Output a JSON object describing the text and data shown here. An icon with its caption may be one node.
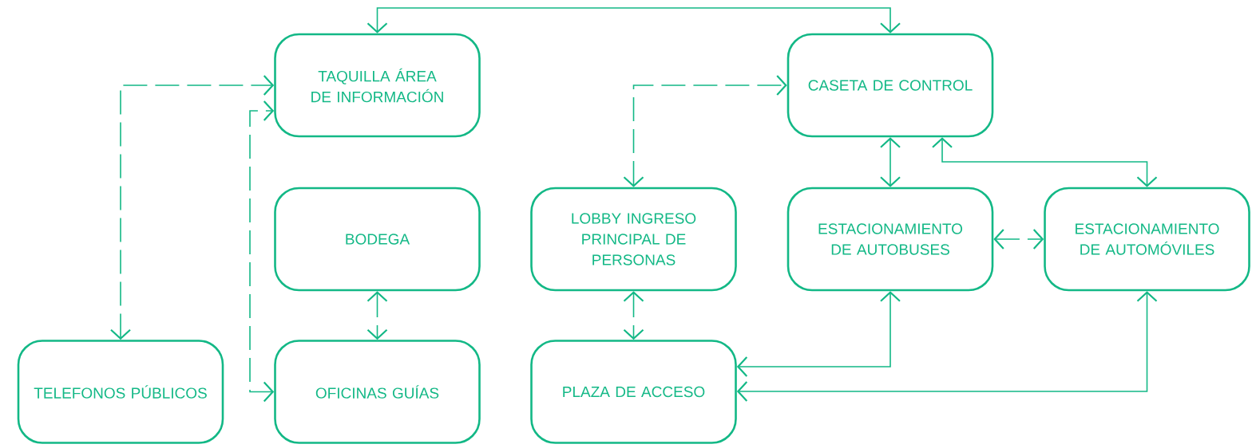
{
  "diagram": {
    "nodes": [
      {
        "text": [
          "TAQUILLA ÁREA DE INFORMACIÓN"
        ]
      },
      {
        "text": [
          "CASETA DE CONTROL"
        ]
      },
      {
        "text": [
          "BODEGA"
        ]
      },
      {
        "text": [
          "LOBBY INGRESO PRINCIPAL DE PERSONAS"
        ]
      },
      {
        "text": [
          "ESTACIONAMIENTO DE AUTOBUSES"
        ]
      },
      {
        "text": [
          "ESTACIONAMIENTO DE AUTOMÓVILES"
        ]
      },
      {
        "text": [
          "TELEFONOS PÚBLICOS"
        ]
      },
      {
        "text": [
          "OFICINAS GUÍAS"
        ]
      },
      {
        "text": [
          "PLAZA DE ACCESO"
        ]
      }
    ],
    "edges": [
      {
        "from": 0,
        "to": 1,
        "arrow": "both"
      },
      {
        "from": 6,
        "to": 0,
        "arrow": "both",
        "style": "dashed"
      },
      {
        "from": 7,
        "to": 0,
        "arrow": "both",
        "style": "dashed"
      },
      {
        "from": 2,
        "to": 7,
        "arrow": "both",
        "style": "dashed"
      },
      {
        "from": 3,
        "to": 1,
        "arrow": "both",
        "style": "dashed"
      },
      {
        "from": 1,
        "to": 4,
        "arrow": "both"
      },
      {
        "from": 1,
        "to": 5,
        "arrow": "both"
      },
      {
        "from": 4,
        "to": 5,
        "arrow": "both",
        "style": "dashed"
      },
      {
        "from": 3,
        "to": 8,
        "arrow": "both",
        "style": "dashed"
      },
      {
        "from": 4,
        "to": 8,
        "arrow": "both"
      },
      {
        "from": 5,
        "to": 8,
        "arrow": "both"
      }
    ]
  }
}
